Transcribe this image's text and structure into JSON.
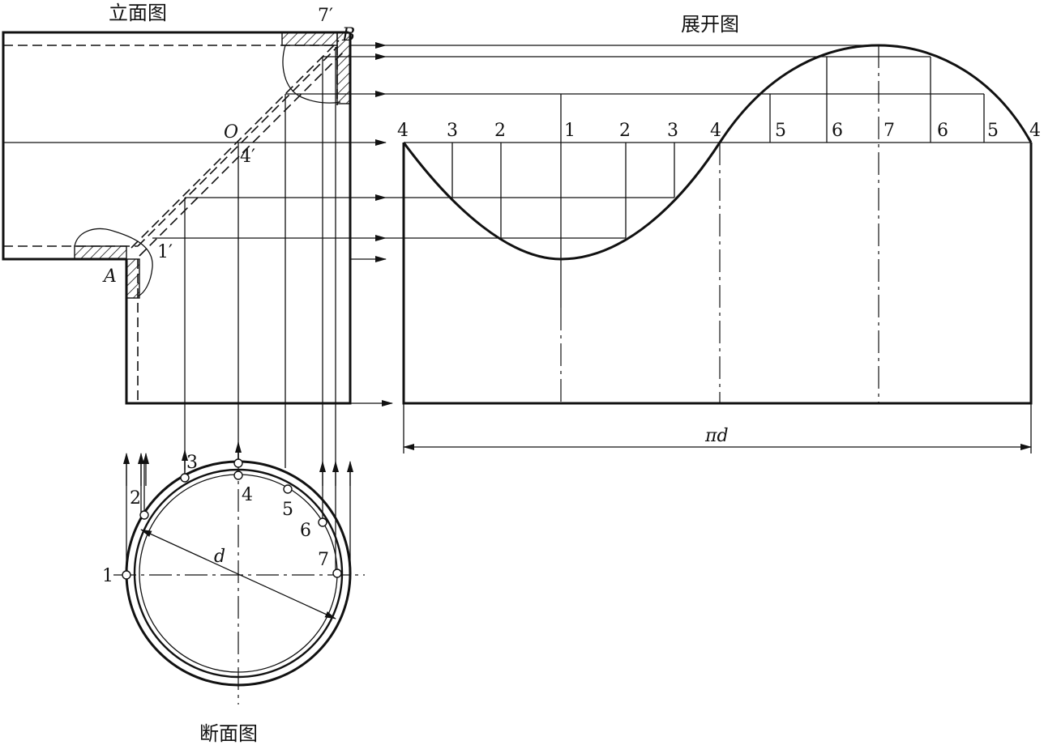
{
  "titles": {
    "elevation": "立面图",
    "development": "展开图",
    "section": "断面图"
  },
  "elevation_labels": {
    "B": "B",
    "A": "A",
    "O": "O",
    "p7": "7′",
    "p4": "4′",
    "p1": "1′"
  },
  "development": {
    "top_labels": [
      "4",
      "3",
      "2",
      "1",
      "2",
      "3",
      "4",
      "5",
      "6",
      "7",
      "6",
      "5",
      "4"
    ],
    "width_label": "πd"
  },
  "section": {
    "point_labels": [
      "1",
      "2",
      "3",
      "4",
      "5",
      "6",
      "7"
    ],
    "diameter_label": "d"
  }
}
